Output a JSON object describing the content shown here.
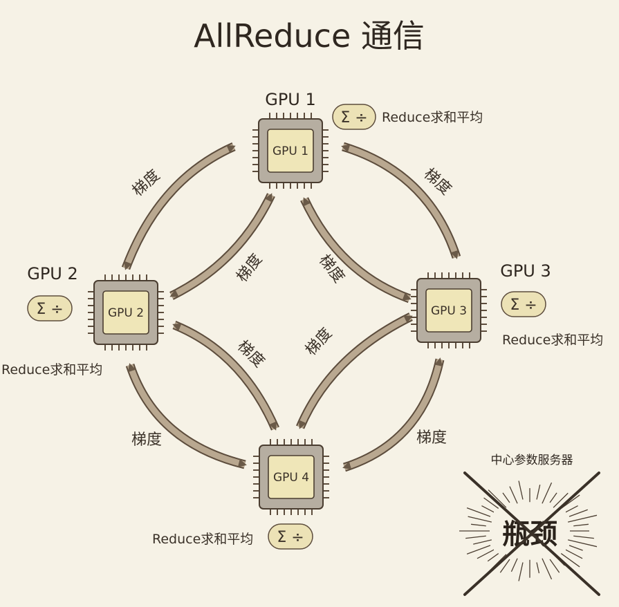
{
  "title": "AllReduce 通信",
  "gpus": [
    {
      "label": "GPU 1",
      "chip": "GPU 1",
      "reduce": "Reduce求和平均"
    },
    {
      "label": "GPU 2",
      "chip": "GPU 2",
      "reduce": "Reduce求和平均"
    },
    {
      "label": "GPU 3",
      "chip": "GPU 3",
      "reduce": "Reduce求和平均"
    },
    {
      "label": "",
      "chip": "GPU 4",
      "reduce": "Reduce求和平均"
    }
  ],
  "reduce_symbol": "Σ ÷",
  "gradient_label": "梯度",
  "central_server": {
    "label": "中心参数服务器",
    "bottleneck": "瓶颈"
  },
  "colors": {
    "background": "#f6f2e6",
    "arrow_fill": "#b9a890",
    "arrow_stroke": "#5c4c3c",
    "chip_body": "#b6aea1",
    "chip_die": "#efe6b8",
    "badge_fill": "#ece2b6"
  }
}
